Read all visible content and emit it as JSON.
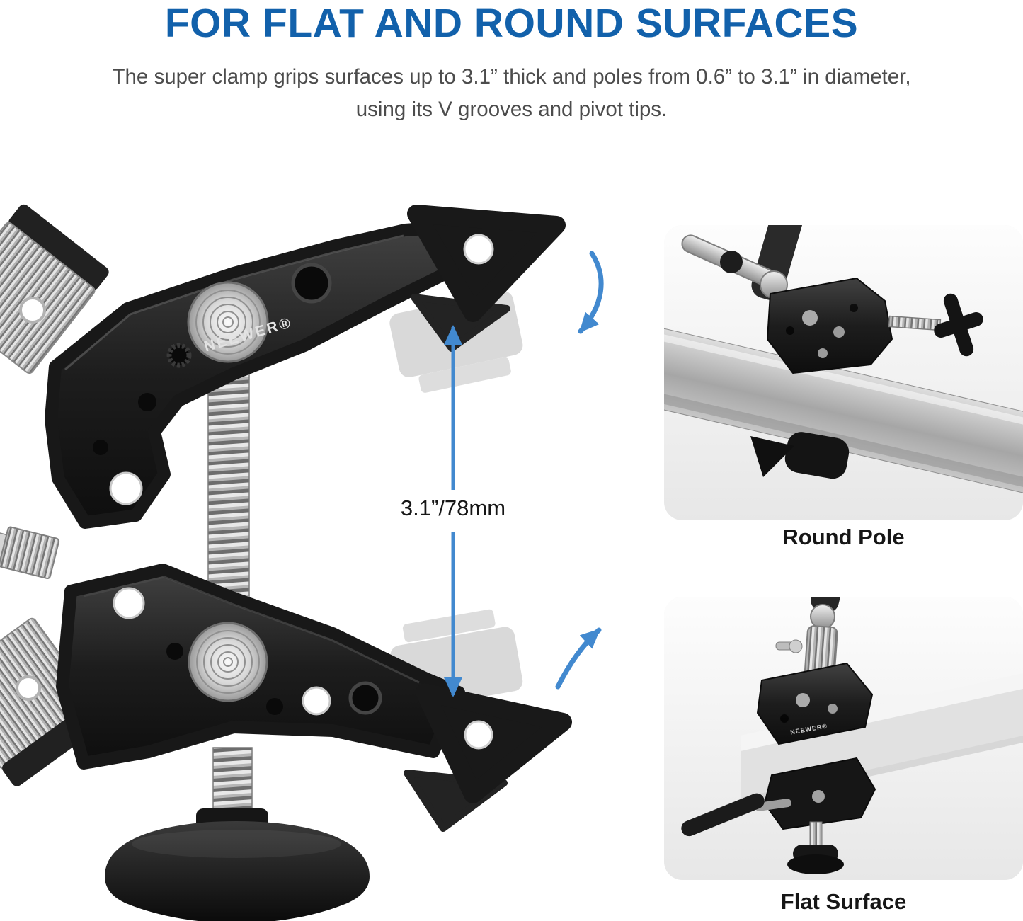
{
  "title": "FOR FLAT AND ROUND SURFACES",
  "subtitle": {
    "line1": "The super clamp grips surfaces up to 3.1” thick and poles from 0.6” to 3.1” in diameter,",
    "line2": "using its V grooves and pivot tips."
  },
  "diagram": {
    "brand": "NEEWER®",
    "measurement": "3.1”/78mm"
  },
  "insets": [
    {
      "caption": "Round Pole"
    },
    {
      "caption": "Flat Surface"
    }
  ],
  "colors": {
    "title_blue": "#1261ab",
    "arrow_blue": "#4289cf",
    "subtitle_gray": "#4c4c4c",
    "caption_black": "#161616",
    "clamp_black": "#1d1d1d",
    "metal_silver": "#bfbfbf"
  }
}
